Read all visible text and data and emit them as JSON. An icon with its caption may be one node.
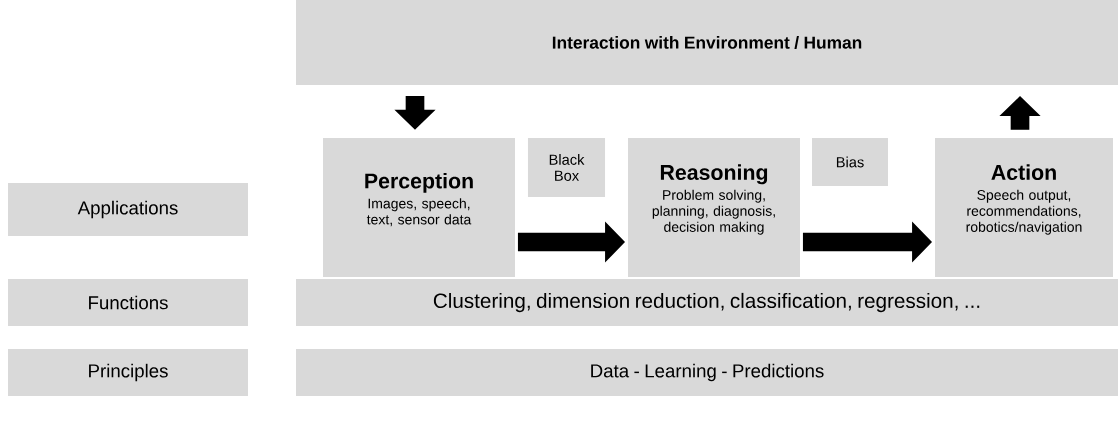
{
  "diagram": {
    "nodes": [
      {
        "text": [
          "Interaction with Environment / Human"
        ]
      },
      {
        "text": [
          "Applications"
        ]
      },
      {
        "text": [
          "Perception",
          "Images, speech, text, sensor data"
        ]
      },
      {
        "text": [
          "Black Box"
        ]
      },
      {
        "text": [
          "Reasoning",
          "Problem solving, planning, diagnosis, decision making"
        ]
      },
      {
        "text": [
          "Bias"
        ]
      },
      {
        "text": [
          "Action",
          "Speech output, recommendations, robotics/navigation"
        ]
      },
      {
        "text": [
          "Functions"
        ]
      },
      {
        "text": [
          "Clustering, dimension reduction, classification, regression, ..."
        ]
      },
      {
        "text": [
          "Principles"
        ]
      },
      {
        "text": [
          "Data - Learning - Predictions"
        ]
      }
    ],
    "edges": [
      {
        "from": 0,
        "to": 2,
        "arrow": "to"
      },
      {
        "from": 2,
        "to": 4,
        "arrow": "to"
      },
      {
        "from": 4,
        "to": 6,
        "arrow": "to"
      },
      {
        "from": 6,
        "to": 0,
        "arrow": "to"
      }
    ]
  }
}
